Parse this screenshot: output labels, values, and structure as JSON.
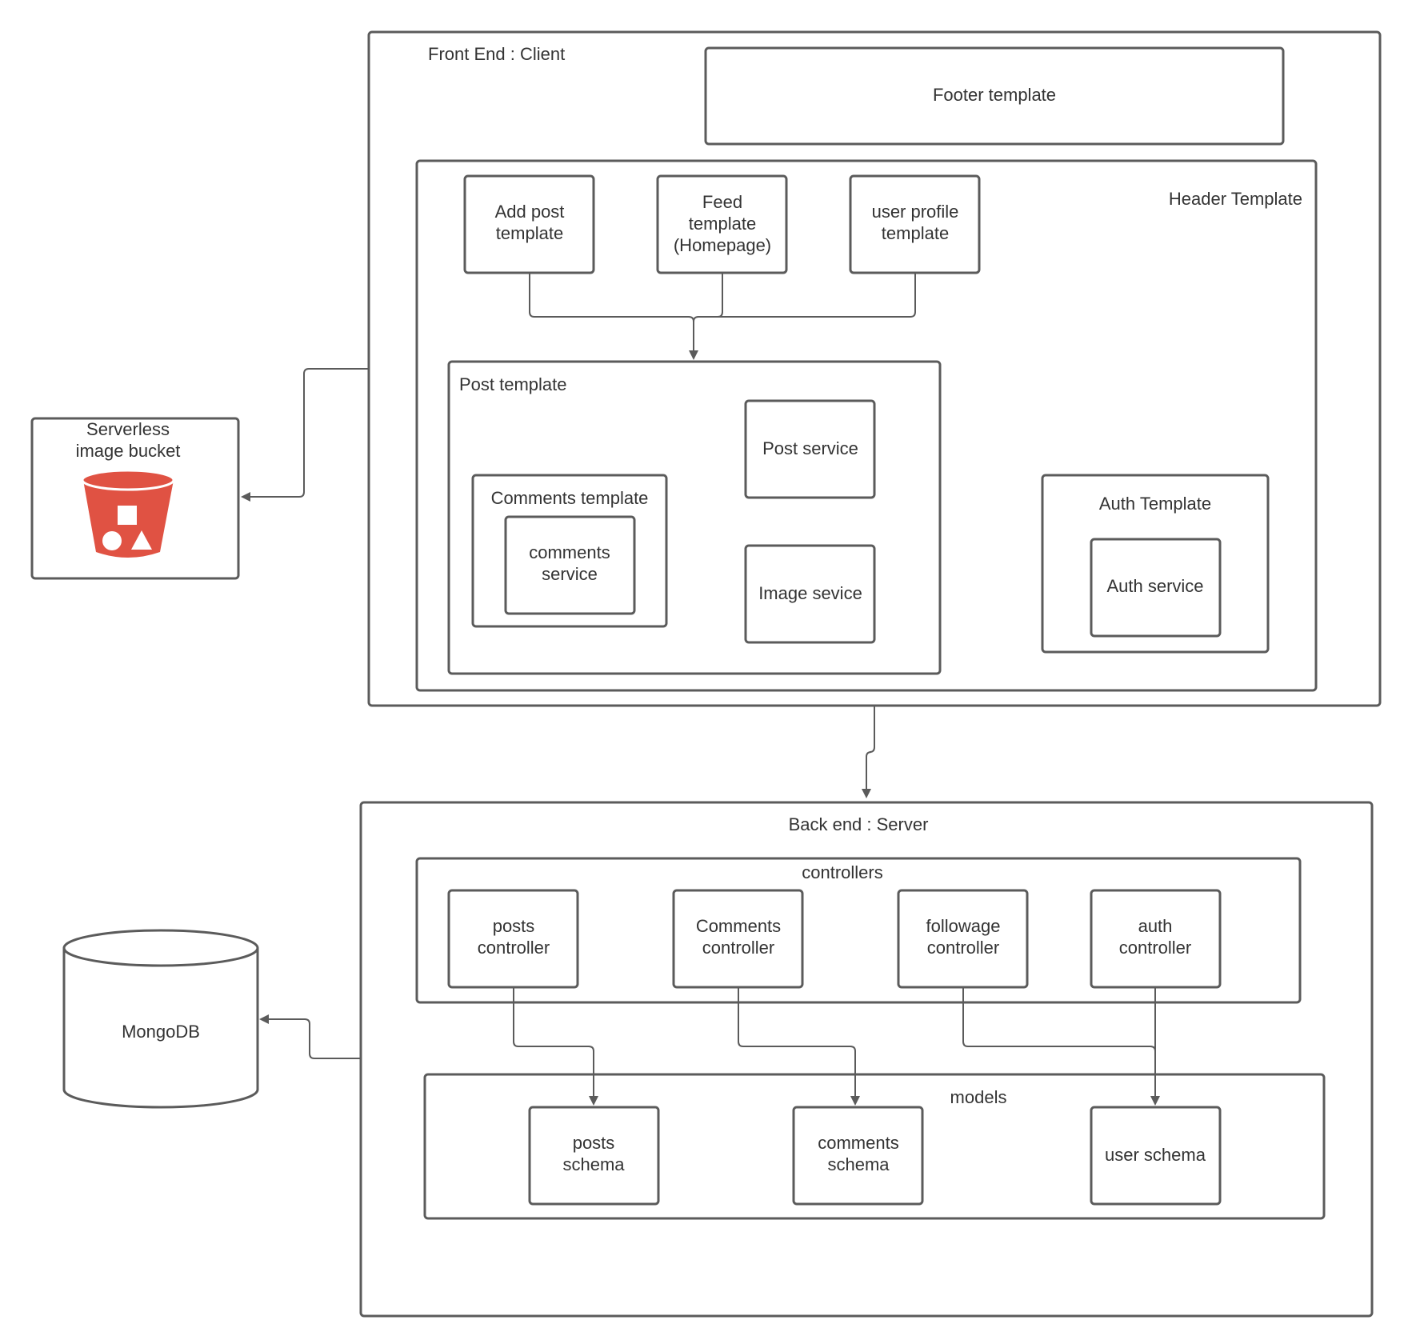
{
  "frontend": {
    "title": "Front End : Client",
    "footer": "Footer template",
    "header": "Header Template",
    "add_post": [
      "Add post",
      "template"
    ],
    "feed": [
      "Feed",
      "template",
      "(Homepage)"
    ],
    "user_profile": [
      "user profile",
      "template"
    ],
    "post_template": "Post template",
    "comments_template": "Comments template",
    "comments_service": [
      "comments",
      "service"
    ],
    "post_service": "Post service",
    "image_service": "Image sevice",
    "auth_template": "Auth Template",
    "auth_service": "Auth service"
  },
  "bucket": {
    "label": [
      "Serverless",
      "image bucket"
    ],
    "icon": "s3-bucket-icon",
    "color": "#E05243"
  },
  "backend": {
    "title": "Back end : Server",
    "controllers": "controllers",
    "posts_controller": [
      "posts",
      "controller"
    ],
    "comments_controller": [
      "Comments",
      "controller"
    ],
    "followage_controller": [
      "followage",
      "controller"
    ],
    "auth_controller": [
      "auth",
      "controller"
    ],
    "models": "models",
    "posts_schema": [
      "posts",
      "schema"
    ],
    "comments_schema": [
      "comments",
      "schema"
    ],
    "user_schema": "user schema"
  },
  "database": {
    "label": "MongoDB"
  },
  "colors": {
    "stroke": "#5b5b5b",
    "text": "#333333",
    "bucket": "#E05243"
  }
}
